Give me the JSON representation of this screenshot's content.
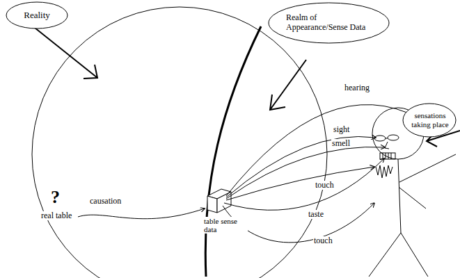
{
  "diagram": {
    "nodes": [
      {
        "text": [
          "Reality"
        ]
      },
      {
        "text": [
          "Realm of Appearance/Sense Data"
        ]
      },
      {
        "text": [
          "sensations taking place"
        ]
      }
    ],
    "labels": [
      "?",
      "real table",
      "causation",
      "table sense data",
      "hearing",
      "sight",
      "smell",
      "touch",
      "taste",
      "touch"
    ]
  }
}
